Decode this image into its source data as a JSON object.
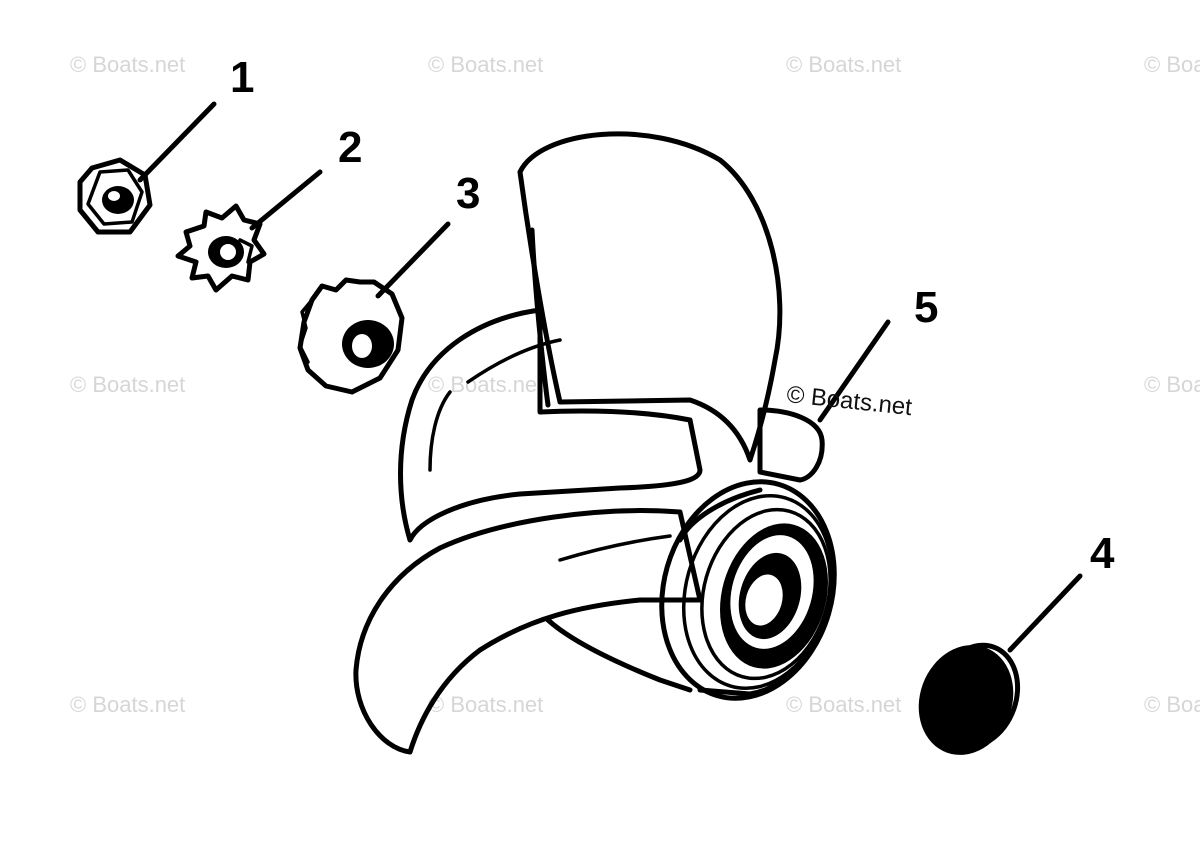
{
  "watermark": "© Boats.net",
  "callouts": {
    "part1": "1",
    "part2": "2",
    "part3": "3",
    "part4": "4",
    "part5": "5"
  },
  "colors": {
    "ink": "#000000",
    "background": "#ffffff",
    "watermark": "#d6d6d6"
  }
}
